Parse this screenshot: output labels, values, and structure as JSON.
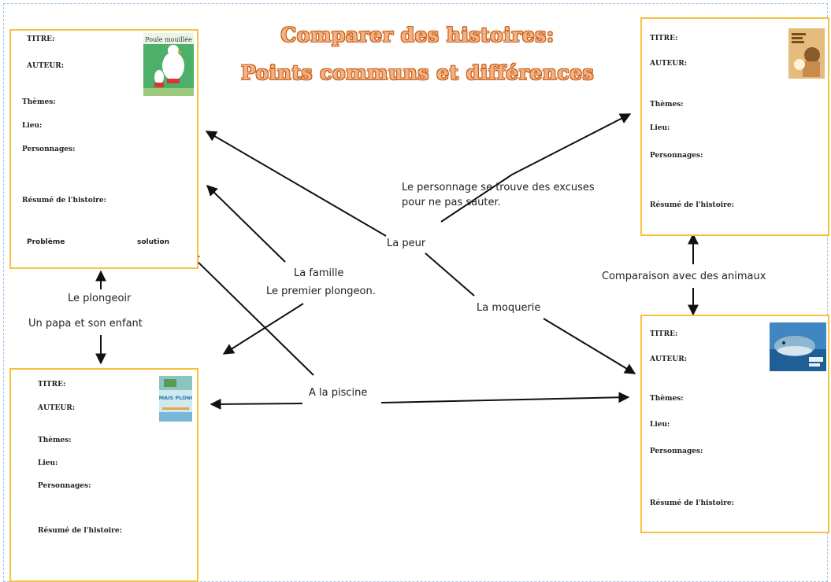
{
  "title": {
    "line1": "Comparer des histoires:",
    "line2": "Points communs et différences"
  },
  "cards": {
    "top_left": {
      "titre": "TITRE:",
      "auteur": "AUTEUR:",
      "themes": "Thèmes:",
      "lieu": "Lieu:",
      "personnages": "Personnages:",
      "resume": "Résumé de l'histoire:",
      "probleme": "Problème",
      "solution": "solution",
      "cover_title": "Poule mouillée"
    },
    "top_right": {
      "titre": "TITRE:",
      "auteur": "AUTEUR:",
      "themes": "Thèmes:",
      "lieu": "Lieu:",
      "personnages": "Personnages:",
      "resume": "Résumé de l'histoire:"
    },
    "bottom_left": {
      "titre": "TITRE:",
      "auteur": "AUTEUR:",
      "themes": "Thèmes:",
      "lieu": "Lieu:",
      "personnages": "Personnages:",
      "resume": "Résumé de l'histoire:",
      "cover_title": "JAMAIS PLONGÉ"
    },
    "bottom_right": {
      "titre": "TITRE:",
      "auteur": "AUTEUR:",
      "themes": "Thèmes:",
      "lieu": "Lieu:",
      "personnages": "Personnages:",
      "resume": "Résumé de l'histoire:"
    }
  },
  "links": {
    "excuses": "Le personnage se trouve des excuses",
    "excuses2": "pour ne pas sauter.",
    "peur": "La peur",
    "famille": "La famille",
    "premier": "Le premier plongeon.",
    "moquerie": "La moquerie",
    "animaux": "Comparaison avec des animaux",
    "plongeoir": "Le plongeoir",
    "papa": "Un papa et son enfant",
    "piscine": "A la piscine"
  },
  "colors": {
    "card_border": "#f5c242",
    "title_fill": "#f4b183",
    "title_outline": "#c55a11",
    "arrow": "#111111"
  }
}
